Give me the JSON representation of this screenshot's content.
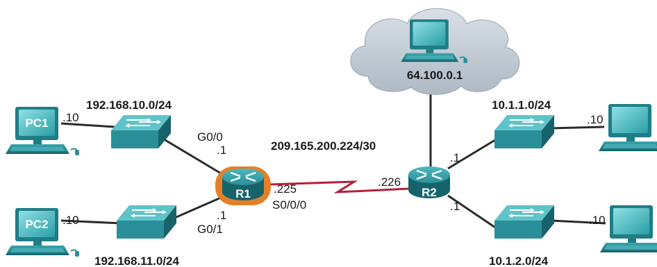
{
  "devices": {
    "pc1": "PC1",
    "pc2": "PC2",
    "r1": "R1",
    "r2": "R2"
  },
  "cloud": {
    "address": "64.100.0.1"
  },
  "networks": {
    "lan_pc1": "192.168.10.0/24",
    "lan_pc2": "192.168.11.0/24",
    "wan": "209.165.200.224/30",
    "lan_r2_top": "10.1.1.0/24",
    "lan_r2_bottom": "10.1.2.0/24"
  },
  "interfaces": {
    "pc1_host": ".10",
    "pc2_host": ".10",
    "r1_g00_name": "G0/0",
    "r1_g00_addr": ".1",
    "r1_g01_name": "G0/1",
    "r1_g01_addr": ".1",
    "r1_s000_addr": ".225",
    "r1_s000_name": "S0/0/0",
    "r2_wan_addr": ".226",
    "r2_top_addr": ".1",
    "r2_bottom_addr": ".1",
    "pc_top_right_host": ".10",
    "pc_bottom_right_host": ".10"
  },
  "colors": {
    "device_teal": "#2a8f99",
    "device_teal_dark": "#17636b",
    "device_teal_light": "#5fc3c9",
    "wan_link": "#b3203a",
    "r1_highlight": "#e07a1f",
    "cloud_fill": "#c3ccd6"
  }
}
